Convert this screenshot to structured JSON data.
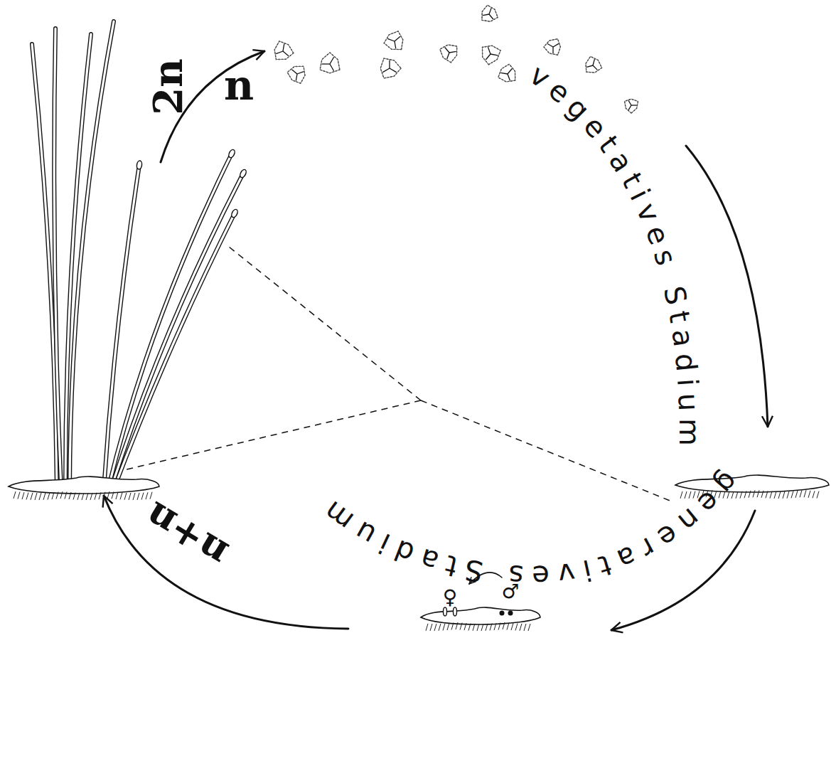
{
  "diagram": {
    "labels": [
      "n",
      "vegetatives Stadium",
      "2n",
      "n+n",
      "generatives Stadium",
      "♀",
      "♂"
    ]
  }
}
